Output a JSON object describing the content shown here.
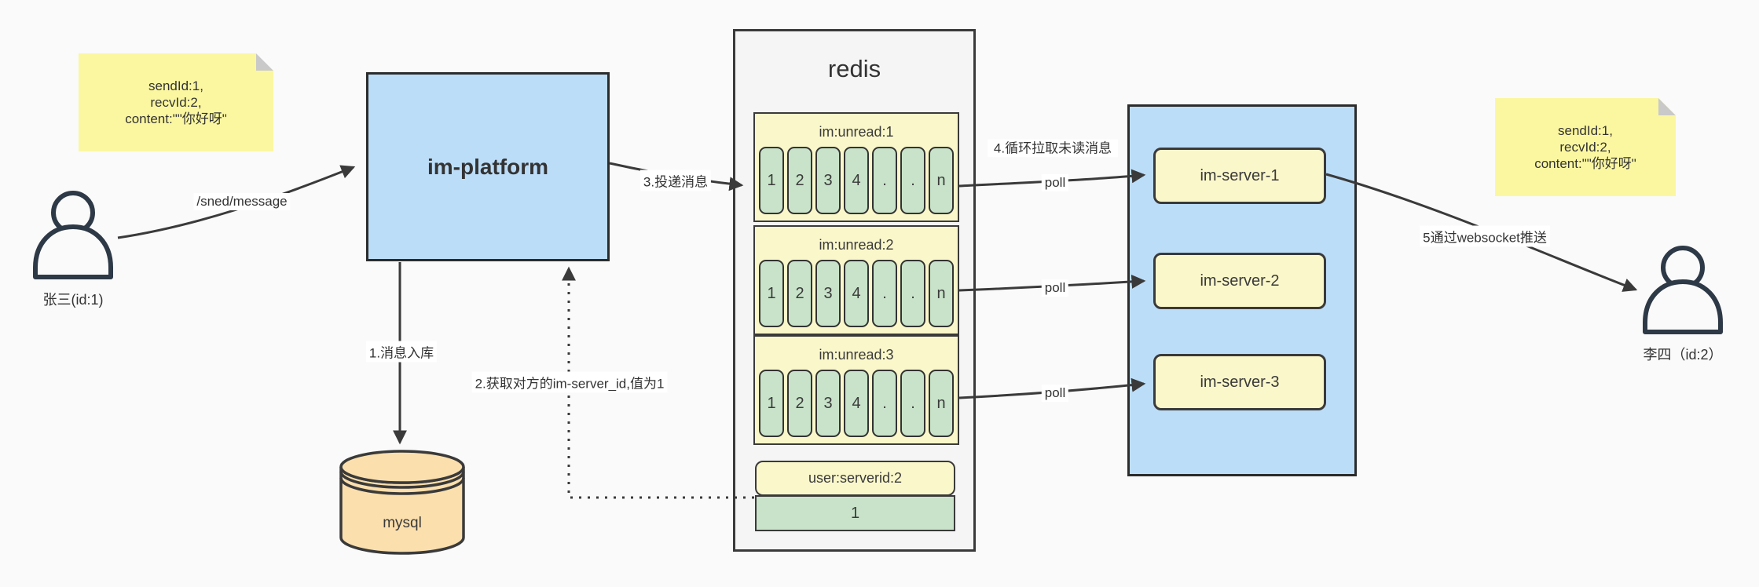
{
  "colors": {
    "background": "#FAFAFA",
    "note_yellow": "#FBF7A1",
    "box_blue": "#BCDDF8",
    "cell_green": "#C8E3C9",
    "panel_yellow": "#FAF7CA",
    "db_tan": "#FBDFAD",
    "container_gray": "#F5F5F5",
    "stroke_dark": "#3A3A3A"
  },
  "notes": {
    "left": {
      "lines": [
        "sendId:1,",
        "recvId:2,",
        "content:\"\"你好呀\""
      ]
    },
    "right": {
      "lines": [
        "sendId:1,",
        "recvId:2,",
        "content:\"\"你好呀\""
      ]
    }
  },
  "actors": {
    "sender": {
      "label": "张三(id:1)"
    },
    "receiver": {
      "label": "李四（id:2）"
    }
  },
  "platform": {
    "label": "im-platform"
  },
  "database": {
    "label": "mysql"
  },
  "redis": {
    "title": "redis",
    "queues": [
      {
        "label": "im:unread:1",
        "cells": [
          "1",
          "2",
          "3",
          "4",
          ".",
          ".",
          "n"
        ]
      },
      {
        "label": "im:unread:2",
        "cells": [
          "1",
          "2",
          "3",
          "4",
          ".",
          ".",
          "n"
        ]
      },
      {
        "label": "im:unread:3",
        "cells": [
          "1",
          "2",
          "3",
          "4",
          ".",
          ".",
          "n"
        ]
      }
    ],
    "mapping": {
      "label": "user:serverid:2",
      "value": "1"
    }
  },
  "servers": [
    {
      "label": "im-server-1"
    },
    {
      "label": "im-server-2"
    },
    {
      "label": "im-server-3"
    }
  ],
  "edges": {
    "send": "/sned/message",
    "step1": "1.消息入库",
    "step2": "2.获取对方的im-server_id,值为1",
    "step3": "3.投递消息",
    "step4": "4.循环拉取未读消息",
    "step5": "5通过websocket推送",
    "poll": "poll"
  }
}
